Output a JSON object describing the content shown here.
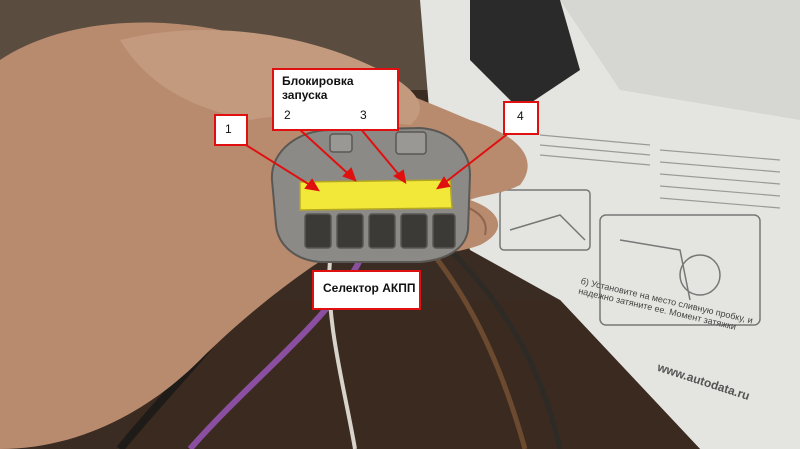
{
  "photo": {
    "colors": {
      "background": "#3a2c22",
      "hand": "#b88a6e",
      "connector": "#8c8a86",
      "pins": "#f2e83a",
      "arrow": "#e01010",
      "paper": "#e4e4e0",
      "wire_purple": "#8a4fa0"
    }
  },
  "labels": {
    "pin1": "1",
    "pin4": "4",
    "block_title": "Блокировка запуска",
    "pin2": "2",
    "pin3": "3",
    "selector": "Селектор АКПП"
  },
  "manual_page": {
    "text_b": "б) Установите на место сливную пробку, и надежно затяните ее. Момент затяжки",
    "url": "www.autodata.ru"
  }
}
